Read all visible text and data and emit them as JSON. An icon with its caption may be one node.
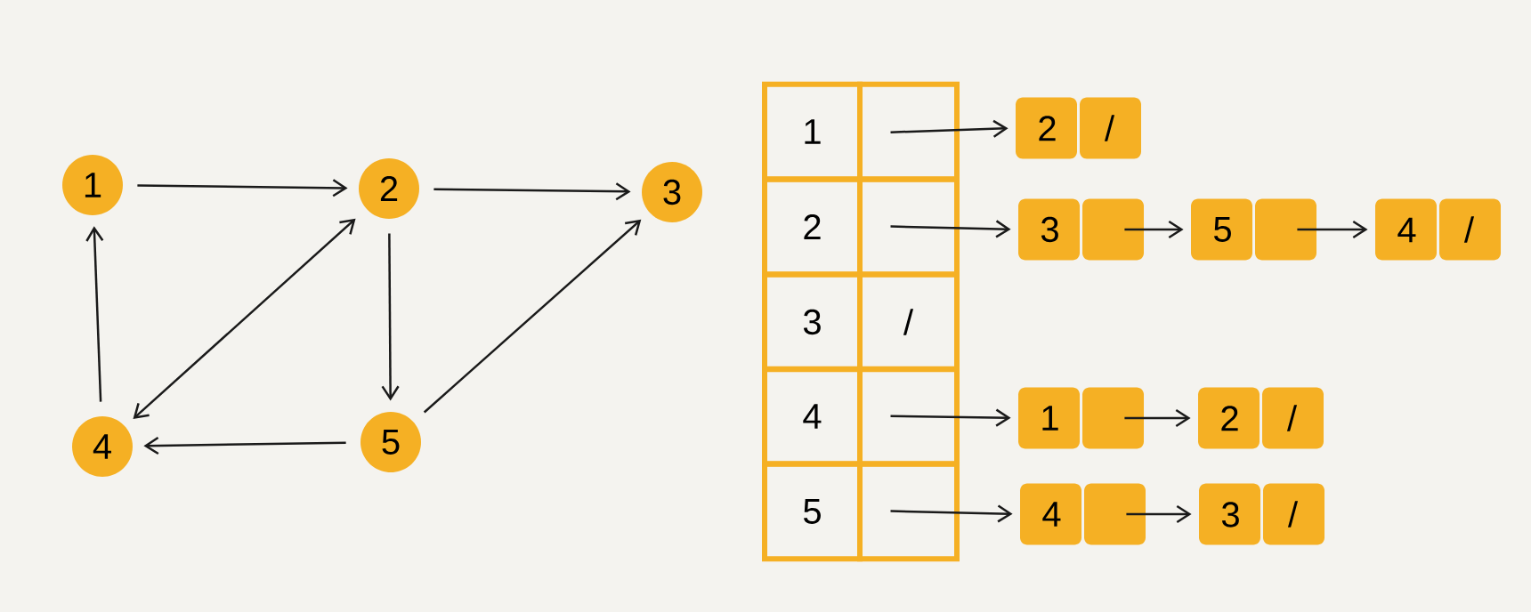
{
  "diagram": {
    "nodes": [
      {
        "text": [
          "1"
        ]
      },
      {
        "text": [
          "2"
        ]
      },
      {
        "text": [
          "3"
        ]
      },
      {
        "text": [
          "4"
        ]
      },
      {
        "text": [
          "5"
        ]
      },
      {
        "text": [
          "1"
        ]
      },
      {
        "text": [
          "2"
        ]
      },
      {
        "text": [
          "3"
        ]
      },
      {
        "text": [
          "4"
        ]
      },
      {
        "text": [
          "5"
        ]
      },
      {
        "text": [],
        "shape": "box"
      },
      {
        "text": [],
        "shape": "box"
      },
      {
        "text": [
          "/"
        ]
      },
      {
        "text": [],
        "shape": "box"
      },
      {
        "text": [],
        "shape": "box"
      },
      {
        "text": [
          "2",
          "/"
        ]
      },
      {
        "text": [
          "3"
        ]
      },
      {
        "text": [
          "5"
        ]
      },
      {
        "text": [
          "4",
          "/"
        ]
      },
      {
        "text": [
          "1"
        ]
      },
      {
        "text": [
          "2",
          "/"
        ]
      },
      {
        "text": [
          "4"
        ]
      },
      {
        "text": [
          "3",
          "/"
        ]
      }
    ],
    "edges": [
      {
        "from": 0,
        "to": 1,
        "arrow": "to"
      },
      {
        "from": 1,
        "to": 2,
        "arrow": "to"
      },
      {
        "from": 1,
        "to": 4,
        "arrow": "to"
      },
      {
        "from": 1,
        "to": 3,
        "arrow": "both"
      },
      {
        "from": 3,
        "to": 0,
        "arrow": "to"
      },
      {
        "from": 4,
        "to": 3,
        "arrow": "to"
      },
      {
        "from": 4,
        "to": 2,
        "arrow": "to"
      },
      {
        "from": 10,
        "to": 15,
        "arrow": "to"
      },
      {
        "from": 11,
        "to": 16,
        "arrow": "to"
      },
      {
        "from": 16,
        "to": 17,
        "arrow": "to"
      },
      {
        "from": 17,
        "to": 18,
        "arrow": "to"
      },
      {
        "from": 13,
        "to": 19,
        "arrow": "to"
      },
      {
        "from": 19,
        "to": 20,
        "arrow": "to"
      },
      {
        "from": 14,
        "to": 21,
        "arrow": "to"
      },
      {
        "from": 21,
        "to": 22,
        "arrow": "to"
      }
    ]
  }
}
